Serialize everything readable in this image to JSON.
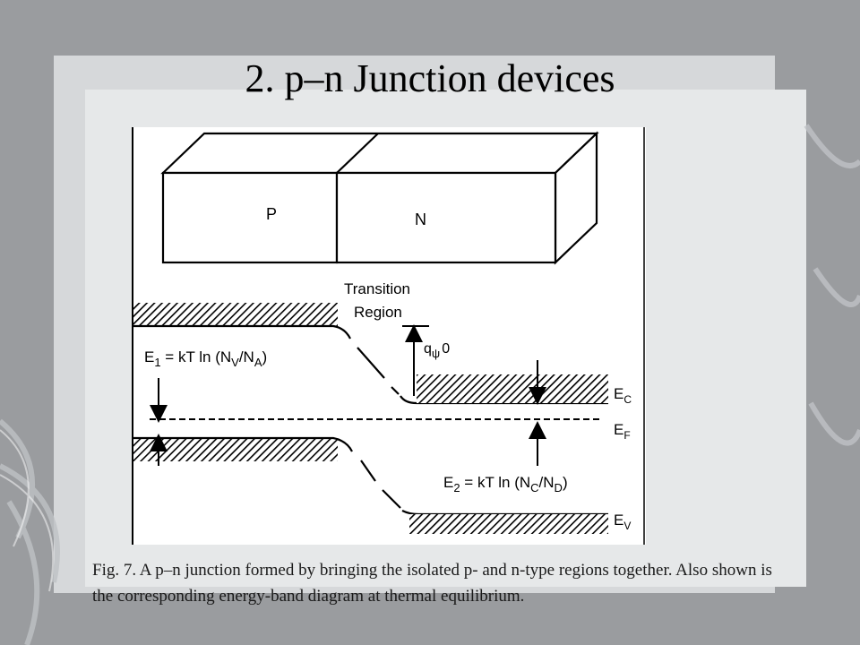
{
  "slide": {
    "title": "2. p–n Junction devices",
    "caption": "Fig. 7. A p–n junction formed by bringing the isolated p- and n-type regions together. Also shown is the corresponding energy-band diagram at thermal equilibrium."
  },
  "diagram": {
    "block_p_label": "P",
    "block_n_label": "N",
    "transition_line1": "Transition",
    "transition_line2": "Region",
    "e1": {
      "main": "E",
      "sub": "1",
      "expr_start": " = kT ln (N",
      "sub2": "V",
      "slash": "/N",
      "sub3": "A",
      "end": ")"
    },
    "e2": {
      "main": "E",
      "sub": "2",
      "expr_start": " = kT ln (N",
      "sub2": "C",
      "slash": "/N",
      "sub3": "D",
      "end": ")"
    },
    "barrier": {
      "q": "q",
      "psi": "ψ",
      "zero": "0"
    },
    "ec": {
      "main": "E",
      "sub": "C"
    },
    "ef": {
      "main": "E",
      "sub": "F"
    },
    "ev": {
      "main": "E",
      "sub": "V"
    }
  },
  "colors": {
    "background_grey": "#d3d3d3",
    "line": "#000000"
  }
}
